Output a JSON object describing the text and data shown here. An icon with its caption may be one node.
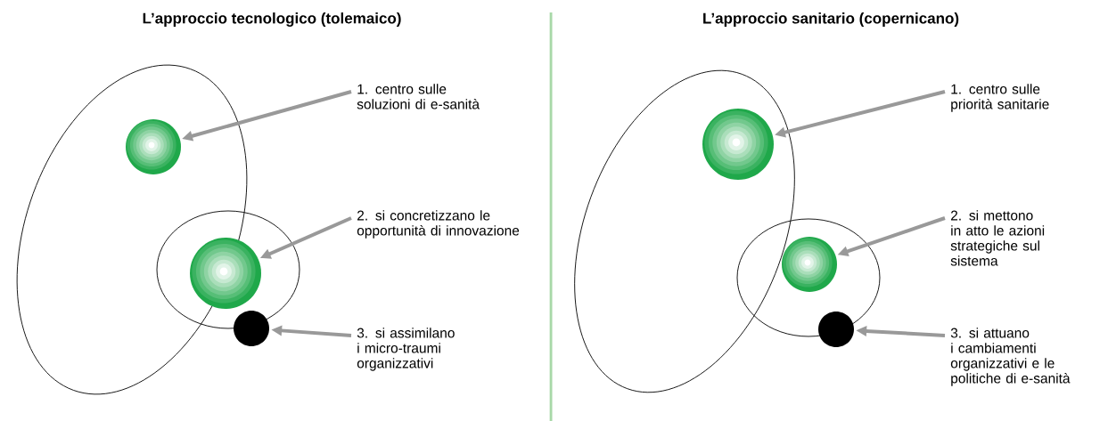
{
  "diagram": {
    "nodes": [
      {
        "text": [
          "1. centro sulle soluzioni di e-sanità"
        ]
      },
      {
        "text": [],
        "shape": "circle"
      },
      {
        "text": [
          "2. si concretizzano le opportunità di innovazione"
        ]
      },
      {
        "text": [],
        "shape": "circle"
      },
      {
        "text": [
          "3. si assimilano i micro-traumi organizzativi"
        ]
      },
      {
        "text": [],
        "shape": "circle"
      },
      {
        "text": [
          "1. centro sulle priorità sanitarie"
        ]
      },
      {
        "text": [],
        "shape": "circle"
      },
      {
        "text": [
          "2. si mettono in atto le azioni strategiche sul sistema"
        ]
      },
      {
        "text": [],
        "shape": "circle"
      },
      {
        "text": [
          "3. si attuano i cambiamenti organizzativi e le politiche di e-sanità"
        ]
      },
      {
        "text": [],
        "shape": "circle"
      }
    ],
    "edges": [
      {
        "from": 0,
        "to": 1,
        "arrow": "to"
      },
      {
        "from": 2,
        "to": 3,
        "arrow": "to"
      },
      {
        "from": 4,
        "to": 5,
        "arrow": "to"
      },
      {
        "from": 6,
        "to": 7,
        "arrow": "to"
      },
      {
        "from": 8,
        "to": 9,
        "arrow": "to"
      },
      {
        "from": 10,
        "to": 11,
        "arrow": "to"
      }
    ],
    "labels": [
      "L’approccio tecnologico (tolemaico)",
      "L’approccio sanitario (copernicano)"
    ]
  }
}
